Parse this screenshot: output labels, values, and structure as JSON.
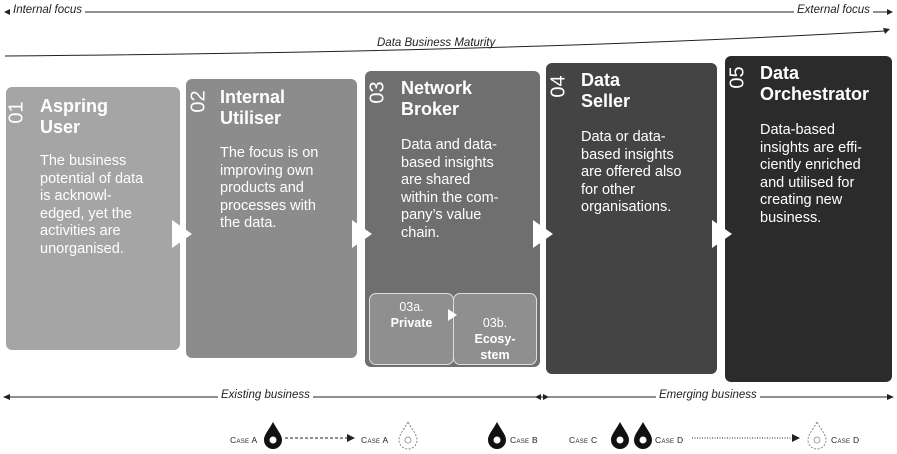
{
  "top_axis": {
    "left_label": "Internal focus",
    "right_label": "External focus"
  },
  "maturity_label": "Data Business Maturity",
  "stages": [
    {
      "num": "01",
      "title": "Aspring\nUser",
      "desc": "The business\npotential of data\nis acknowl-\nedged, yet the\nactivities are\nunorganised."
    },
    {
      "num": "02",
      "title": "Internal\nUtiliser",
      "desc": "The focus is on\nimproving own\nproducts and\nprocesses with\nthe data."
    },
    {
      "num": "03",
      "title": "Network\nBroker",
      "desc": "Data and data-\nbased insights\nare shared\nwithin the com-\npany’s value\nchain."
    },
    {
      "num": "04",
      "title": "Data\nSeller",
      "desc": "Data or data-\nbased insights\nare offered also\nfor other\norganisations."
    },
    {
      "num": "05",
      "title": "Data\nOrchestrator",
      "desc": "Data-based\ninsights are effi-\nciently enriched\nand utilised for\ncreating new\nbusiness."
    }
  ],
  "substages": [
    {
      "code": "03a.",
      "label": "Private"
    },
    {
      "code": "03b.",
      "label": "Ecosy-\nstem"
    }
  ],
  "bottom_axis": {
    "existing": "Existing business",
    "emerging": "Emerging business"
  },
  "cases": {
    "a_from": "Case A",
    "a_to": "Case A",
    "b": "Case B",
    "c": "Case C",
    "d_from": "Case D",
    "d_to": "Case D"
  },
  "colors": {
    "stage1": "#a5a5a5",
    "stage2": "#8c8c8c",
    "stage3": "#6f6f6f",
    "stage4": "#444444",
    "stage5": "#2b2b2b"
  }
}
